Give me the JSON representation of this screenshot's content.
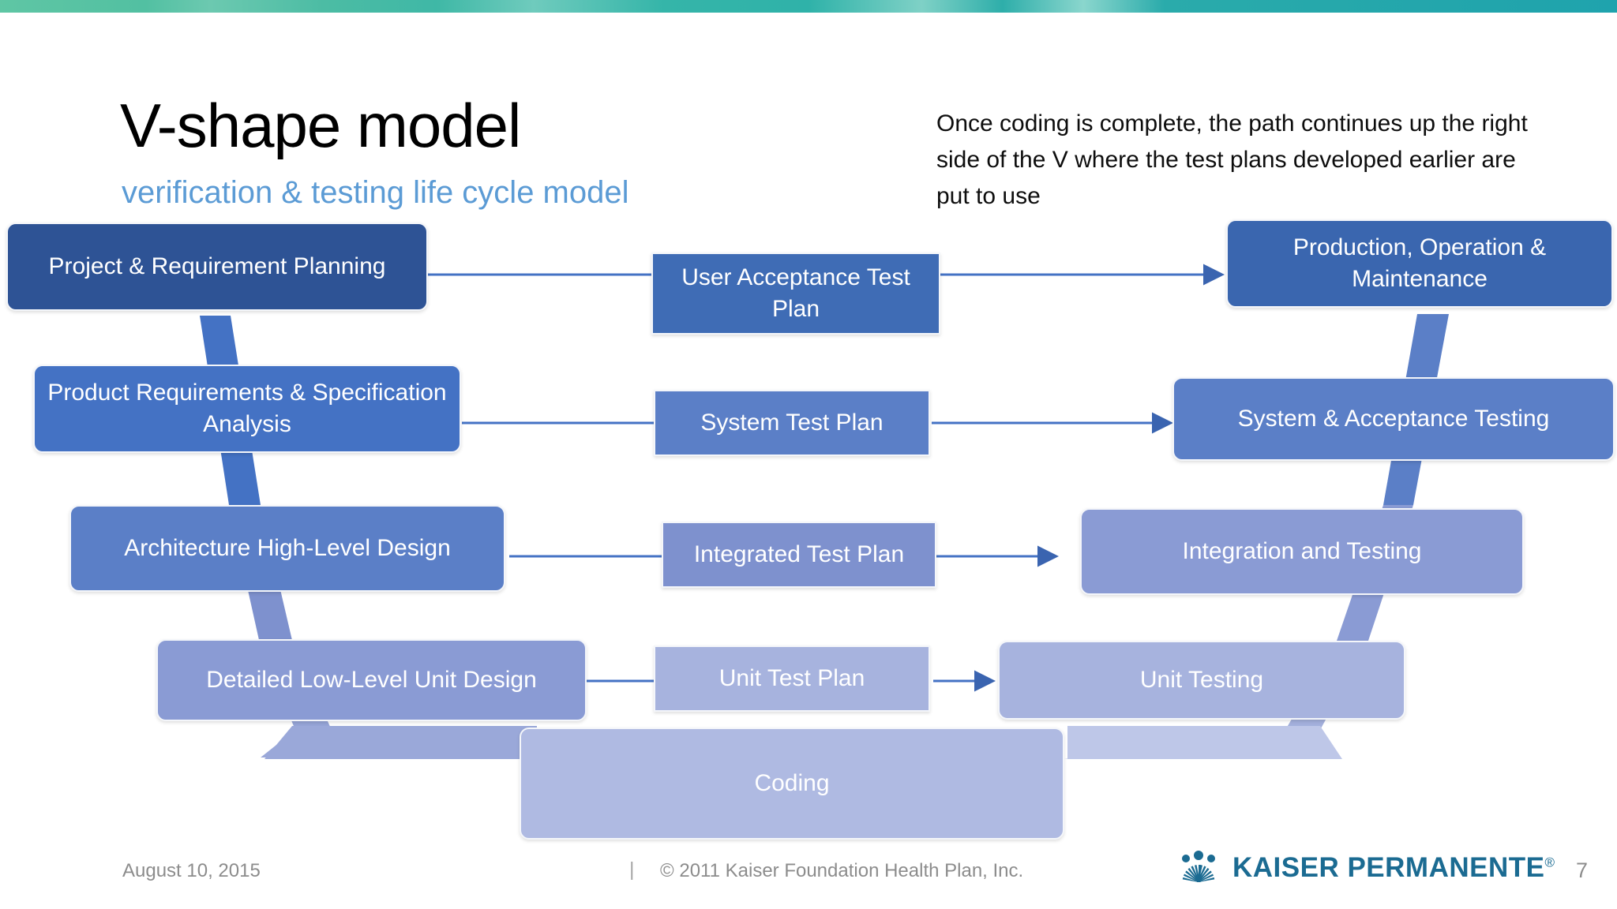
{
  "slide": {
    "title": "V-shape model",
    "subtitle": "verification & testing life cycle model",
    "description": "Once coding is complete, the path continues up the right side of the V where the test plans developed earlier are put to use"
  },
  "colors": {
    "accent_blue": "#4472C4",
    "subtitle_blue": "#5B9BD5",
    "logo_teal": "#1B6B92",
    "topbar_green": "#5FC6A4",
    "topbar_teal": "#1FA3AD",
    "level_1": "#2E5395",
    "level_2": "#3F6CB5",
    "level_3": "#4472C4",
    "level_4": "#5B7FC7",
    "level_5": "#6F8AC9",
    "level_6": "#8A9BD4",
    "level_7": "#A7B3DE",
    "level_8": "#AFBAE2"
  },
  "diagram": {
    "left_column": [
      {
        "label": "Project & Requirement Planning",
        "color": "#2E5395"
      },
      {
        "label": "Product Requirements & Specification Analysis",
        "color": "#4472C4"
      },
      {
        "label": "Architecture High-Level Design",
        "color": "#5B7FC7"
      },
      {
        "label": "Detailed Low-Level Unit Design",
        "color": "#8A9BD4"
      }
    ],
    "middle_column": [
      {
        "label": "User Acceptance Test Plan",
        "color": "#3F6CB5"
      },
      {
        "label": "System Test Plan",
        "color": "#5B7FC7"
      },
      {
        "label": "Integrated Test Plan",
        "color": "#7E91CE"
      },
      {
        "label": "Unit Test Plan",
        "color": "#A7B3DE"
      }
    ],
    "right_column": [
      {
        "label": "Production, Operation & Maintenance",
        "color": "#3A66AF"
      },
      {
        "label": "System & Acceptance Testing",
        "color": "#5B7FC7"
      },
      {
        "label": "Integration and Testing",
        "color": "#8A9BD4"
      },
      {
        "label": "Unit Testing",
        "color": "#A7B3DE"
      }
    ],
    "bottom": {
      "label": "Coding",
      "color": "#AFBAE2"
    }
  },
  "footer": {
    "date": "August 10, 2015",
    "separator": "|",
    "copyright": "© 2011 Kaiser Foundation Health Plan, Inc.",
    "logo_text": "KAISER PERMANENTE",
    "logo_registered": "®",
    "page_number": "7"
  }
}
